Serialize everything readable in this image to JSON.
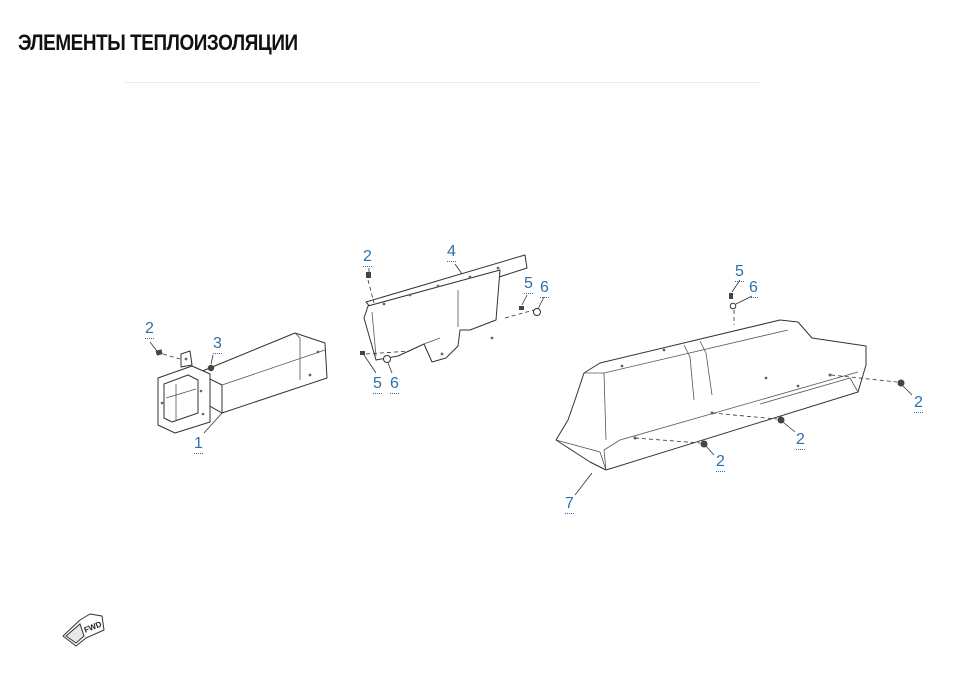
{
  "page": {
    "title": "ЭЛЕМЕНТЫ ТЕПЛОИЗОЛЯЦИИ"
  },
  "callouts": {
    "c2a": "2",
    "c3": "3",
    "c1": "1",
    "c2b": "2",
    "c4": "4",
    "c5a": "5",
    "c6a": "6",
    "c5b": "5",
    "c6b": "6",
    "c5c": "5",
    "c6c": "6",
    "c2c": "2",
    "c2d": "2",
    "c2e": "2",
    "c7": "7"
  },
  "badge": {
    "text": "FWD"
  }
}
